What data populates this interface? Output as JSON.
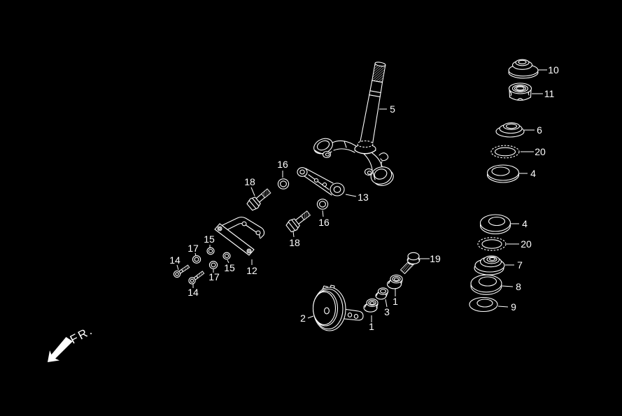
{
  "figure": {
    "background_color": "#000000",
    "line_color": "#ffffff",
    "kind": "exploded-view line diagram"
  },
  "direction_marker": {
    "label": "FR."
  },
  "labels": {
    "part5": "5",
    "part10": "10",
    "part11": "11",
    "part6": "6",
    "part20_top": "20",
    "part4_top": "4",
    "part4_mid": "4",
    "part20_mid": "20",
    "part7": "7",
    "part8": "8",
    "part9": "9",
    "part13": "13",
    "part16_a": "16",
    "part18_a": "18",
    "part16_b": "16",
    "part18_b": "18",
    "part12": "12",
    "part15_a": "15",
    "part17_a": "17",
    "part15_b": "15",
    "part17_b": "17",
    "part14_a": "14",
    "part14_b": "14",
    "part2": "2",
    "part1_a": "1",
    "part3": "3",
    "part1_b": "1",
    "part19": "19"
  }
}
